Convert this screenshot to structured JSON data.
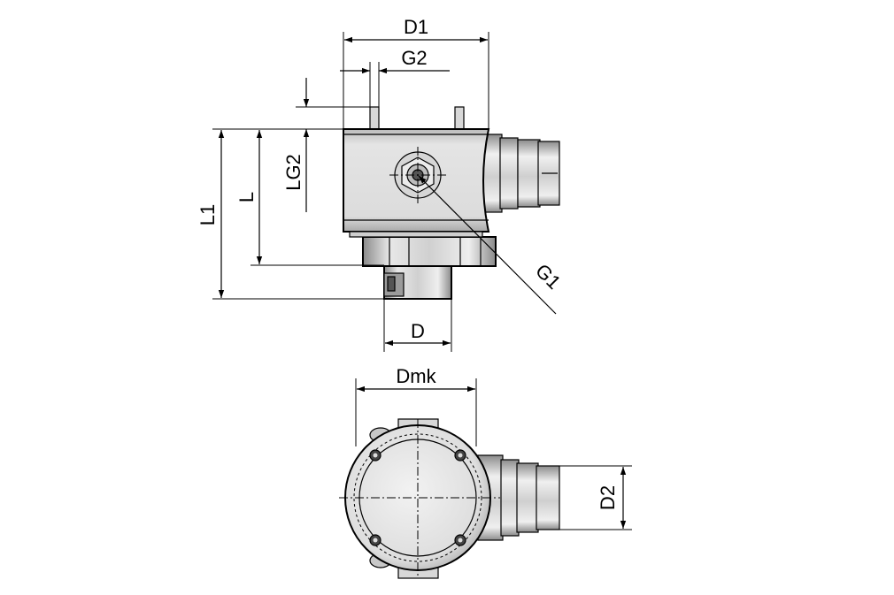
{
  "labels": {
    "d1": "D1",
    "g2": "G2",
    "lg2": "LG2",
    "l": "L",
    "l1": "L1",
    "g1": "G1",
    "d": "D",
    "dmk": "Dmk",
    "d2": "D2"
  },
  "colors": {
    "body_fill": "#dcdcdc",
    "body_light": "#ededed",
    "body_dark": "#9a9a9a",
    "line": "#000000",
    "background": "#ffffff"
  }
}
